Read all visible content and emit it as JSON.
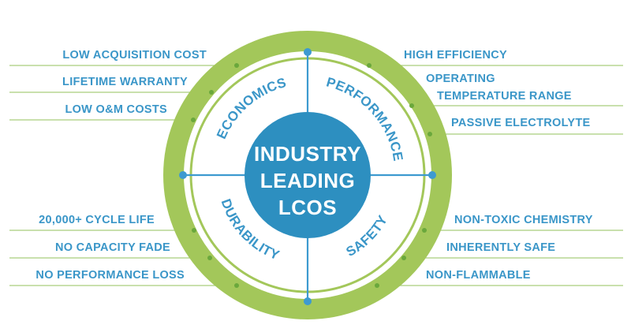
{
  "center": {
    "lines": [
      "INDUSTRY",
      "LEADING",
      "LCOS"
    ]
  },
  "sectors": {
    "top_left": "ECONOMICS",
    "top_right": "PERFORMANCE",
    "bottom_left": "DURABILITY",
    "bottom_right": "SAFETY"
  },
  "left_labels": {
    "economics": [
      "LOW ACQUISITION COST",
      "LIFETIME WARRANTY",
      "LOW O&M COSTS"
    ],
    "durability": [
      "20,000+ CYCLE LIFE",
      "NO CAPACITY FADE",
      "NO PERFORMANCE LOSS"
    ]
  },
  "right_labels": {
    "performance": [
      "HIGH EFFICIENCY",
      "OPERATING",
      "TEMPERATURE RANGE",
      "PASSIVE ELECTROLYTE"
    ],
    "safety": [
      "NON-TOXIC CHEMISTRY",
      "INHERENTLY SAFE",
      "NON-FLAMMABLE"
    ]
  },
  "colors": {
    "ring_green": "#a3c75a",
    "ring_green_dark": "#8fb848",
    "center_blue": "#2d8fc0",
    "text_blue": "#3a96c8",
    "line_green": "#9cc46a",
    "dot_green": "#6aa83c",
    "axis_blue": "#3d9ad0"
  }
}
